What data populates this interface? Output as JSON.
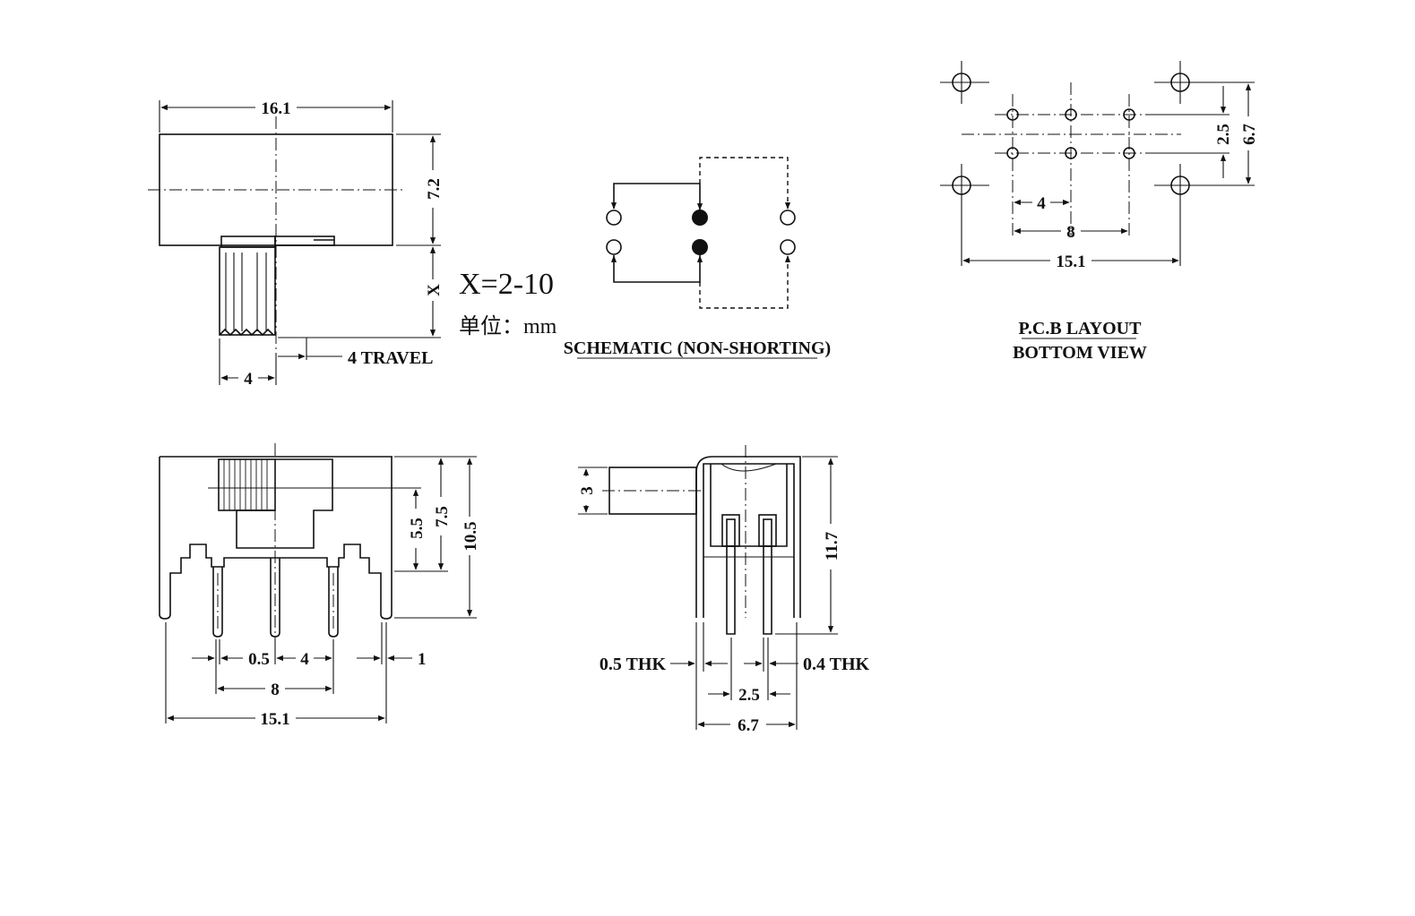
{
  "views": {
    "top_view": {
      "dim_length": "16.1",
      "dim_height": "7.2",
      "dim_x": "X",
      "dim_actuator": "4",
      "travel_label": "4  TRAVEL"
    },
    "notes": {
      "x_range": "X=2-10",
      "unit": "单位：mm"
    },
    "schematic": {
      "title": "SCHEMATIC (NON-SHORTING)"
    },
    "pcb_layout": {
      "dim_row_pitch": "2.5",
      "dim_mount_pitch": "6.7",
      "dim_pin_pitch": "4",
      "dim_pin_span": "8",
      "dim_mount_span": "15.1",
      "title_line1": "P.C.B  LAYOUT",
      "title_line2": "BOTTOM  VIEW"
    },
    "front_view": {
      "dim_pin_width": "0.5",
      "dim_pin_pitch": "4",
      "dim_tab": "1",
      "dim_pin_span": "8",
      "dim_overall": "15.1",
      "dim_h1": "5.5",
      "dim_h2": "7.5",
      "dim_h3": "10.5"
    },
    "side_view": {
      "dim_knob": "3",
      "dim_height": "11.7",
      "thk_left": "0.5  THK",
      "thk_right": "0.4  THK",
      "dim_row_pitch": "2.5",
      "dim_width": "6.7"
    }
  }
}
